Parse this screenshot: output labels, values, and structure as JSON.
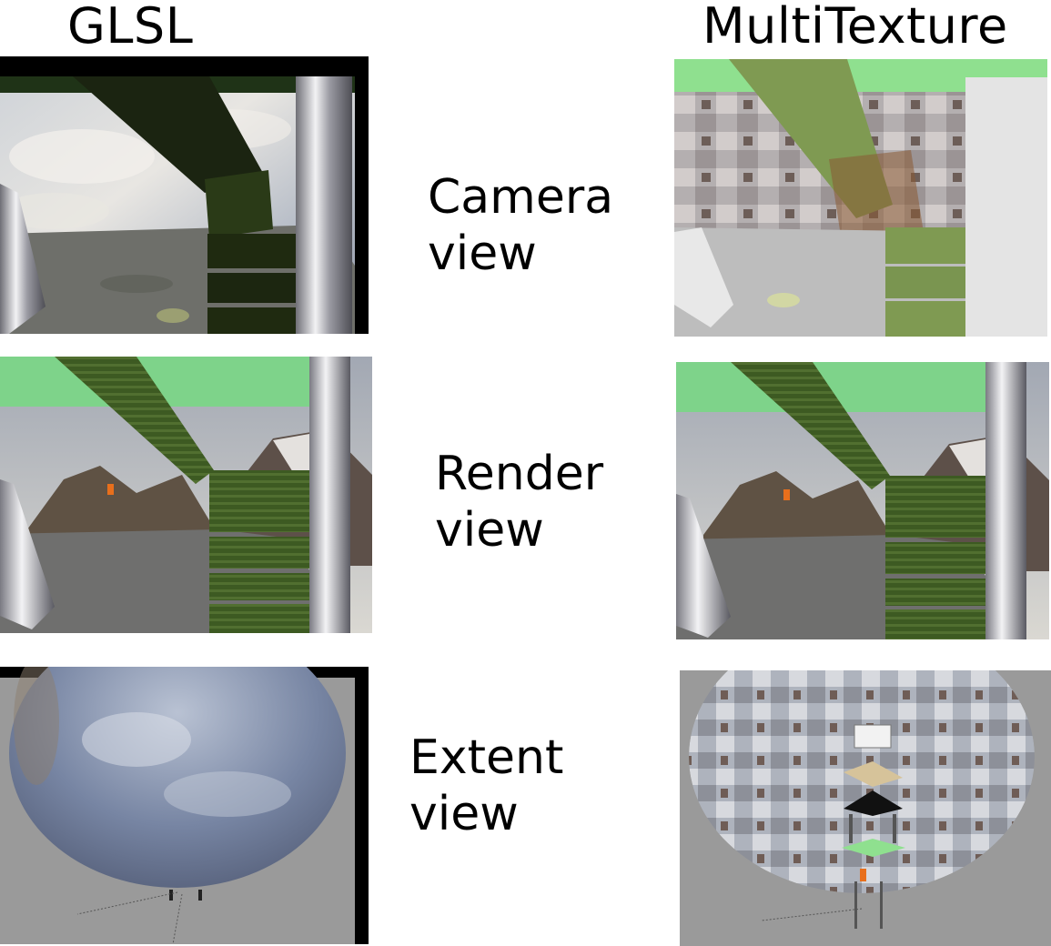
{
  "columns": {
    "left_heading": "GLSL",
    "right_heading": "MultiTexture"
  },
  "rows": [
    {
      "line1": "Camera",
      "line2": "view"
    },
    {
      "line1": "Render",
      "line2": "view"
    },
    {
      "line1": "Extent",
      "line2": "view"
    }
  ],
  "colors": {
    "green_roof": "#8fe08f",
    "stairs_dark": "#1f2a10",
    "stairs_olive": "#7f9a52",
    "floor_grey": "#7d7d7d",
    "background_grey": "#9a9a9a",
    "frame_black": "#000000"
  }
}
